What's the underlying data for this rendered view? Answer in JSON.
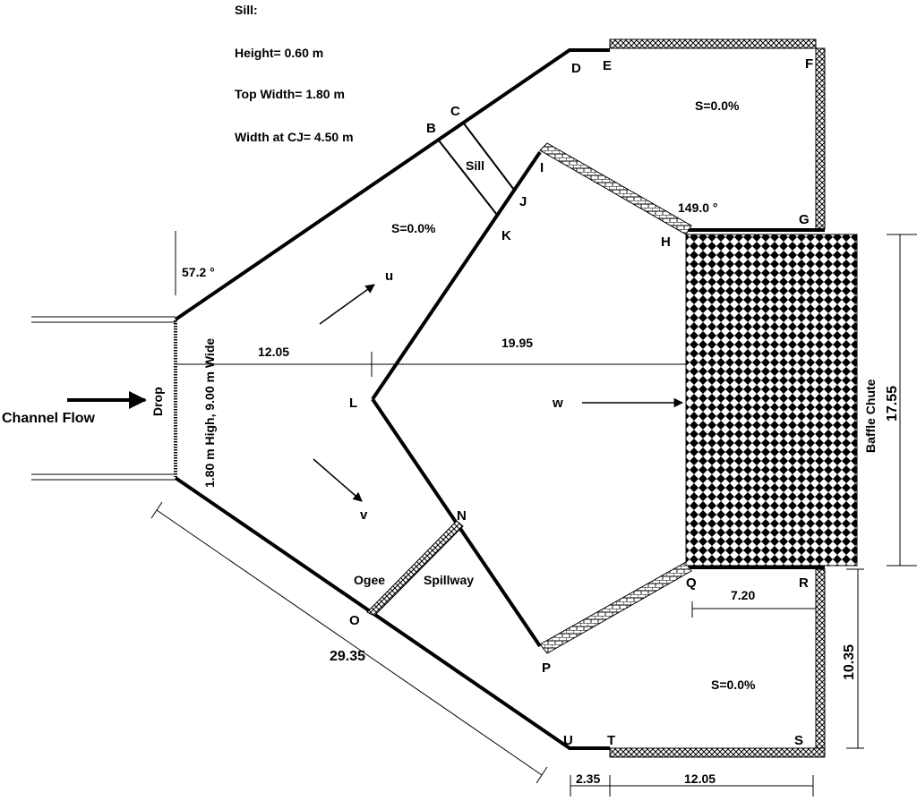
{
  "sill_notes": {
    "heading": "Sill:",
    "height": "Height= 0.60 m",
    "top_width": "Top Width= 1.80 m",
    "width_at_cj": "Width at CJ= 4.50 m"
  },
  "points": {
    "B": "B",
    "C": "C",
    "D": "D",
    "E": "E",
    "F": "F",
    "G": "G",
    "H": "H",
    "I": "I",
    "J": "J",
    "K": "K",
    "L": "L",
    "N": "N",
    "O": "O",
    "P": "P",
    "Q": "Q",
    "R": "R",
    "S": "S",
    "T": "T",
    "U": "U"
  },
  "slopes": {
    "upper": "S=0.0%",
    "middle": "S=0.0%",
    "lower": "S=0.0%"
  },
  "angles": {
    "inlet": "57.2 °",
    "wall": "149.0 °"
  },
  "flow_labels": {
    "u": "u",
    "v": "v",
    "w": "w"
  },
  "labels": {
    "sill": "Sill",
    "ogee": "Ogee",
    "spillway": "Spillway",
    "channel_flow": "Channel Flow",
    "drop": "Drop",
    "drop_dims": "1.80 m High, 9.00 m Wide",
    "baffle_chute": "Baffle Chute"
  },
  "dimensions": {
    "d_12_05_top": "12.05",
    "d_19_95": "19.95",
    "d_17_55": "17.55",
    "d_7_20": "7.20",
    "d_10_35": "10.35",
    "d_29_35": "29.35",
    "d_2_35": "2.35",
    "d_12_05_bottom": "12.05"
  }
}
